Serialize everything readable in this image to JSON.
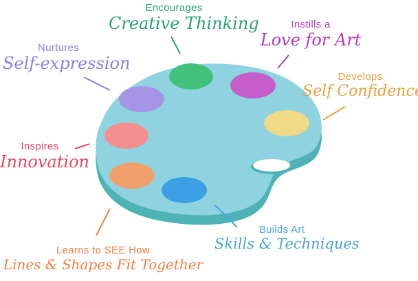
{
  "colors": {
    "palette_top": "#8fd3e0",
    "palette_side": "#4fb3b5",
    "creative": "#2aa070",
    "love": "#b83cb4",
    "confidence": "#e8a23c",
    "techniques": "#4aa3dd",
    "lines_shapes": "#ec7f45",
    "innovation": "#e8465e",
    "self_expression": "#8c7fe0"
  },
  "labels": {
    "creative": {
      "small": "Encourages",
      "big": "Creative Thinking"
    },
    "love": {
      "small": "Instills a",
      "big": "Love for Art"
    },
    "confidence": {
      "small": "Develops",
      "big": "Self Confidence"
    },
    "techniques": {
      "small": "Builds Art",
      "big": "Skills & Techniques"
    },
    "lines_shapes": {
      "small": "Learns to SEE How",
      "big": "Lines & Shapes Fit Together"
    },
    "innovation": {
      "small": "Inspires",
      "big": "Innovation"
    },
    "self_expression": {
      "small": "Nurtures",
      "big": "Self-expression"
    }
  },
  "paint_blobs": [
    "green",
    "magenta",
    "yellow",
    "blue",
    "orange",
    "pink",
    "lavender"
  ]
}
